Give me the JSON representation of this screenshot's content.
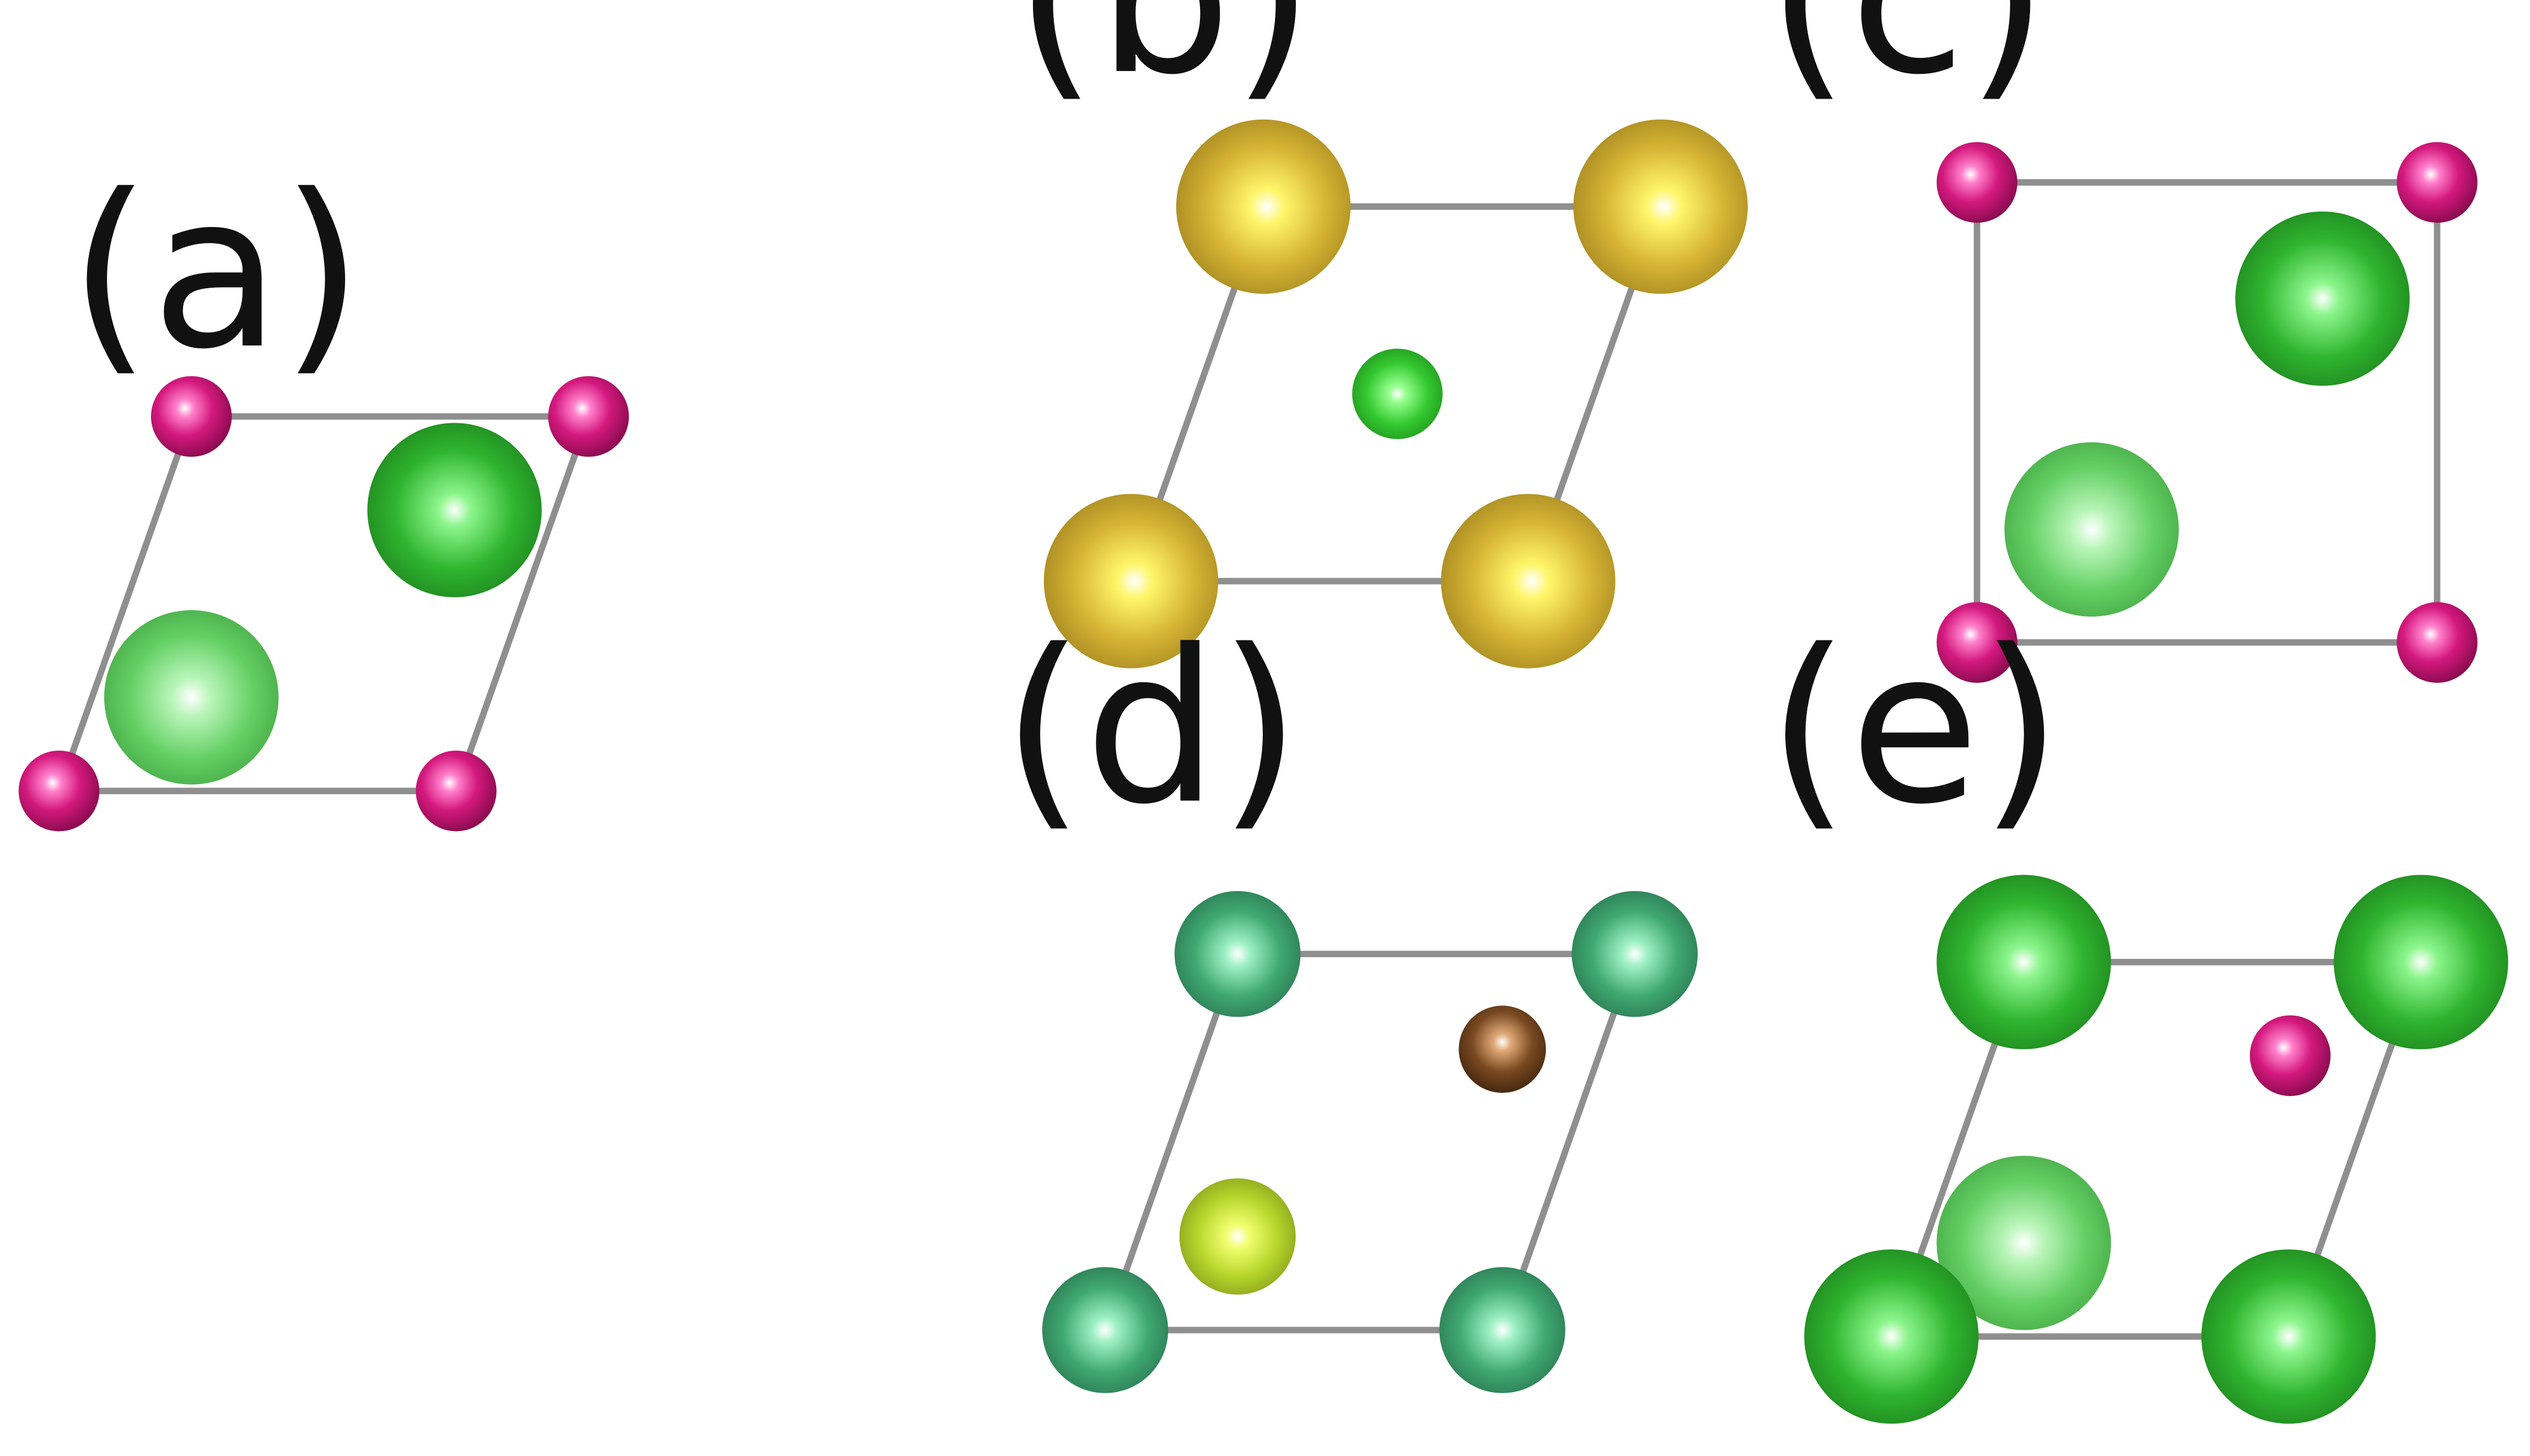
{
  "panels": [
    {
      "label": "(a)"
    },
    {
      "label": "(b)"
    },
    {
      "label": "(c)"
    },
    {
      "label": "(d)"
    },
    {
      "label": "(e)"
    }
  ],
  "atom_colors": {
    "magenta": "#d4197e",
    "gold": "#d6b434",
    "green": "#2fb52f",
    "light-green": "#63cf63",
    "bright-green": "#34c930",
    "teal-green": "#3fa872",
    "yellow-green": "#b7d62c",
    "brown": "#7a4a22"
  }
}
